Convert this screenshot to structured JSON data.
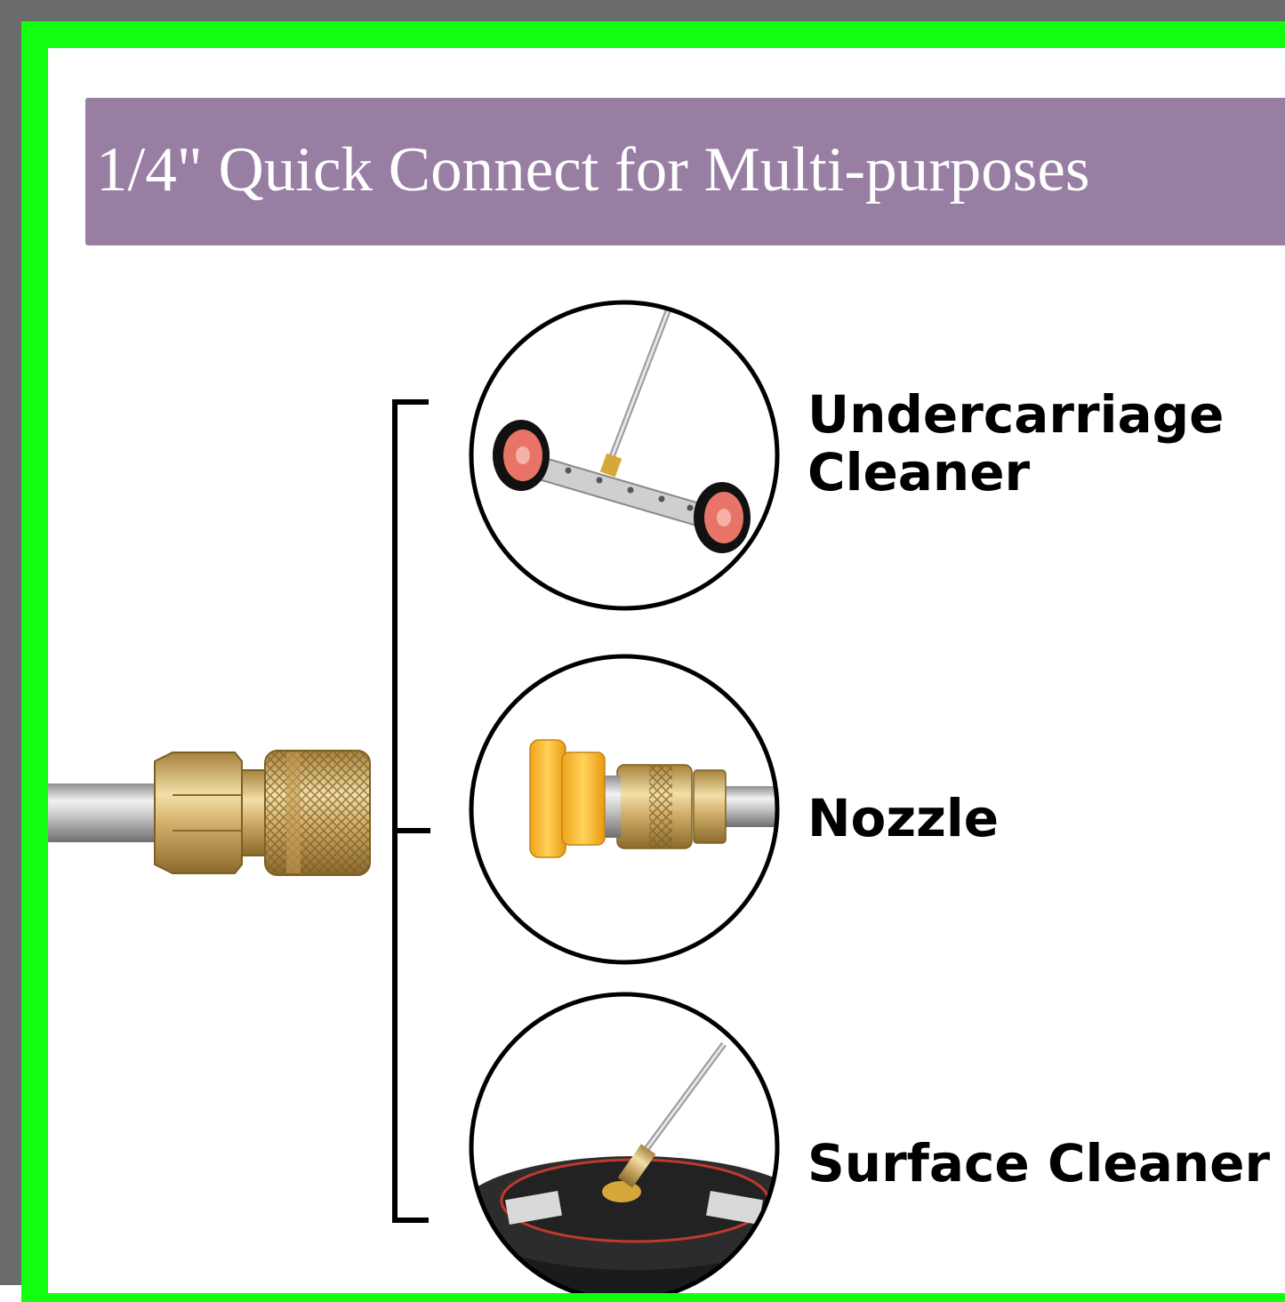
{
  "title": "1/4\" Quick Connect for Multi-purposes",
  "items": [
    {
      "line1": "Undercarriage",
      "line2": "Cleaner"
    },
    {
      "line1": "Nozzle"
    },
    {
      "line1": "Surface Cleaner"
    }
  ],
  "colors": {
    "frame_green": "#12ff12",
    "frame_gray": "#6b6b6b",
    "banner": "#977ea2",
    "brass": "#c9a45e",
    "nozzle_yellow": "#f7b52c"
  }
}
